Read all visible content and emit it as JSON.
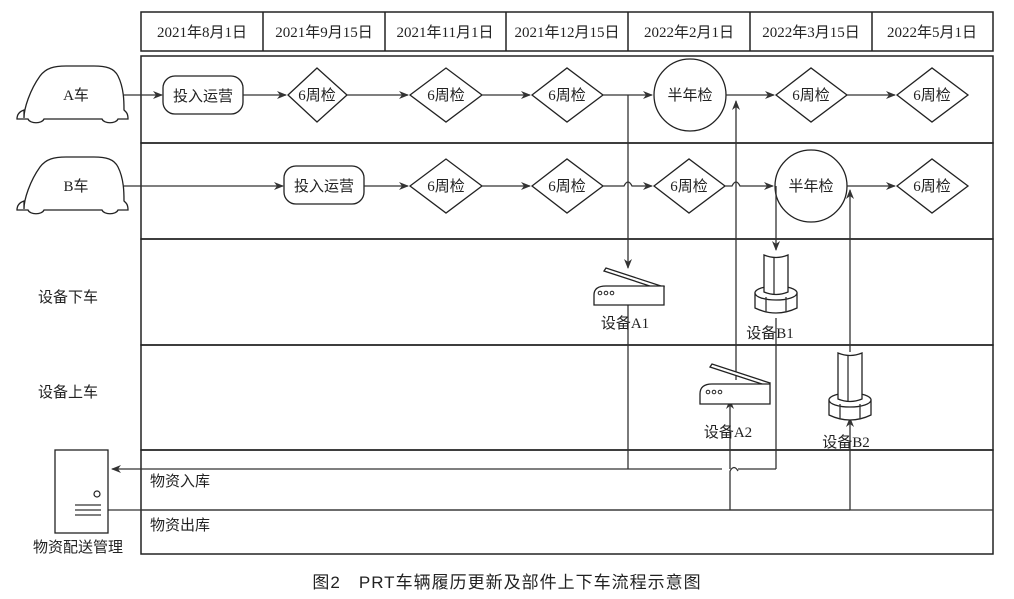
{
  "timeline": {
    "dates": [
      "2021年8月1日",
      "2021年9月15日",
      "2021年11月1日",
      "2021年12月15日",
      "2022年2月1日",
      "2022年3月15日",
      "2022年5月1日"
    ]
  },
  "vehicles": {
    "a": {
      "label": "A车",
      "steps": [
        {
          "type": "start",
          "label": "投入运营"
        },
        {
          "type": "week",
          "label": "6周检"
        },
        {
          "type": "week",
          "label": "6周检"
        },
        {
          "type": "week",
          "label": "6周检"
        },
        {
          "type": "half",
          "label": "半年检"
        },
        {
          "type": "week",
          "label": "6周检"
        },
        {
          "type": "week",
          "label": "6周检"
        }
      ]
    },
    "b": {
      "label": "B车",
      "steps": [
        {
          "type": "start",
          "label": "投入运营"
        },
        {
          "type": "week",
          "label": "6周检"
        },
        {
          "type": "week",
          "label": "6周检"
        },
        {
          "type": "week",
          "label": "6周检"
        },
        {
          "type": "half",
          "label": "半年检"
        },
        {
          "type": "week",
          "label": "6周检"
        }
      ]
    }
  },
  "lanes": {
    "unload": "设备下车",
    "load": "设备上车",
    "stock_in": "物资入库",
    "stock_out": "物资出库"
  },
  "devices": {
    "a1": "设备A1",
    "a2": "设备A2",
    "b1": "设备B1",
    "b2": "设备B2"
  },
  "warehouse": {
    "label": "物资配送管理"
  },
  "caption": "图2　PRT车辆履历更新及部件上下车流程示意图"
}
